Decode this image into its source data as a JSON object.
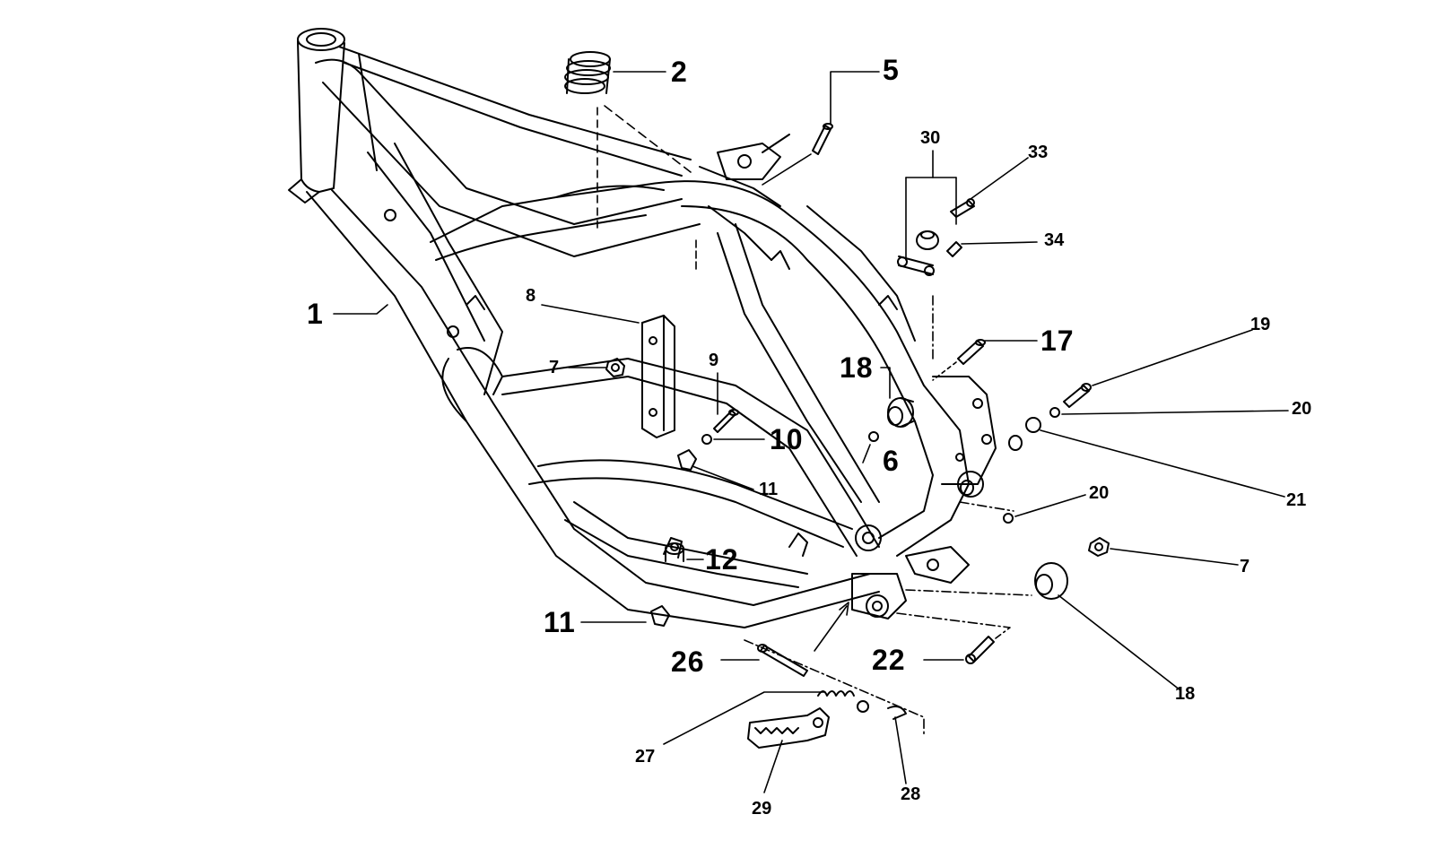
{
  "labels": {
    "p1": "1",
    "p2": "2",
    "p5": "5",
    "p6": "6",
    "p7a": "7",
    "p7b": "7",
    "p8": "8",
    "p9": "9",
    "p10": "10",
    "p11a": "11",
    "p11b": "11",
    "p12": "12",
    "p17": "17",
    "p18a": "18",
    "p18b": "18",
    "p19": "19",
    "p20a": "20",
    "p20b": "20",
    "p21": "21",
    "p22": "22",
    "p26": "26",
    "p27": "27",
    "p28": "28",
    "p29": "29",
    "p30": "30",
    "p33": "33",
    "p34": "34"
  },
  "colors": {
    "ink": "#000000",
    "paper": "#ffffff"
  }
}
